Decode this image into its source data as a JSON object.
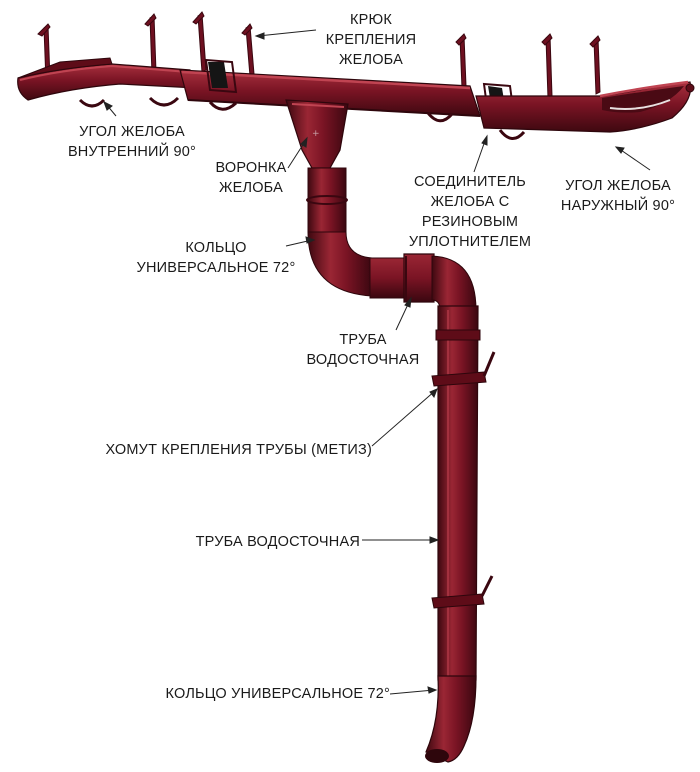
{
  "colors": {
    "metal": "#7a1424",
    "metal_dark": "#4a0a14",
    "metal_light": "#a8303e",
    "metal_shadow": "#2e060c",
    "gasket": "#151515",
    "leader": "#222222",
    "text": "#1a1a1a"
  },
  "labels": {
    "hook": [
      "КРЮК",
      "КРЕПЛЕНИЯ",
      "ЖЕЛОБА"
    ],
    "inner_corner": [
      "УГОЛ ЖЕЛОБА",
      "ВНУТРЕННИЙ 90°"
    ],
    "funnel": [
      "ВОРОНКА",
      "ЖЕЛОБА"
    ],
    "connector": [
      "СОЕДИНИТЕЛЬ",
      "ЖЕЛОБА С",
      "РЕЗИНОВЫМ",
      "УПЛОТНИТЕЛЕМ"
    ],
    "outer_corner": [
      "УГОЛ ЖЕЛОБА",
      "НАРУЖНЫЙ 90°"
    ],
    "ring_upper": [
      "КОЛЬЦО",
      "УНИВЕРСАЛЬНОЕ 72°"
    ],
    "pipe_upper": [
      "ТРУБА",
      "ВОДОСТОЧНАЯ"
    ],
    "clamp": [
      "ХОМУТ КРЕПЛЕНИЯ ТРУБЫ (МЕТИЗ)"
    ],
    "pipe_lower": [
      "ТРУБА ВОДОСТОЧНАЯ"
    ],
    "ring_lower": [
      "КОЛЬЦО УНИВЕРСАЛЬНОЕ 72°"
    ]
  }
}
